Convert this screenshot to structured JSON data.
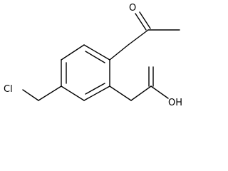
{
  "molecule": {
    "atoms": {
      "carbonyl_oxygen": "O",
      "chloro": "Cl",
      "hydroxyl": "OH"
    },
    "colors": {
      "bond": "#000000",
      "label": "#000000",
      "background": "#ffffff"
    }
  }
}
